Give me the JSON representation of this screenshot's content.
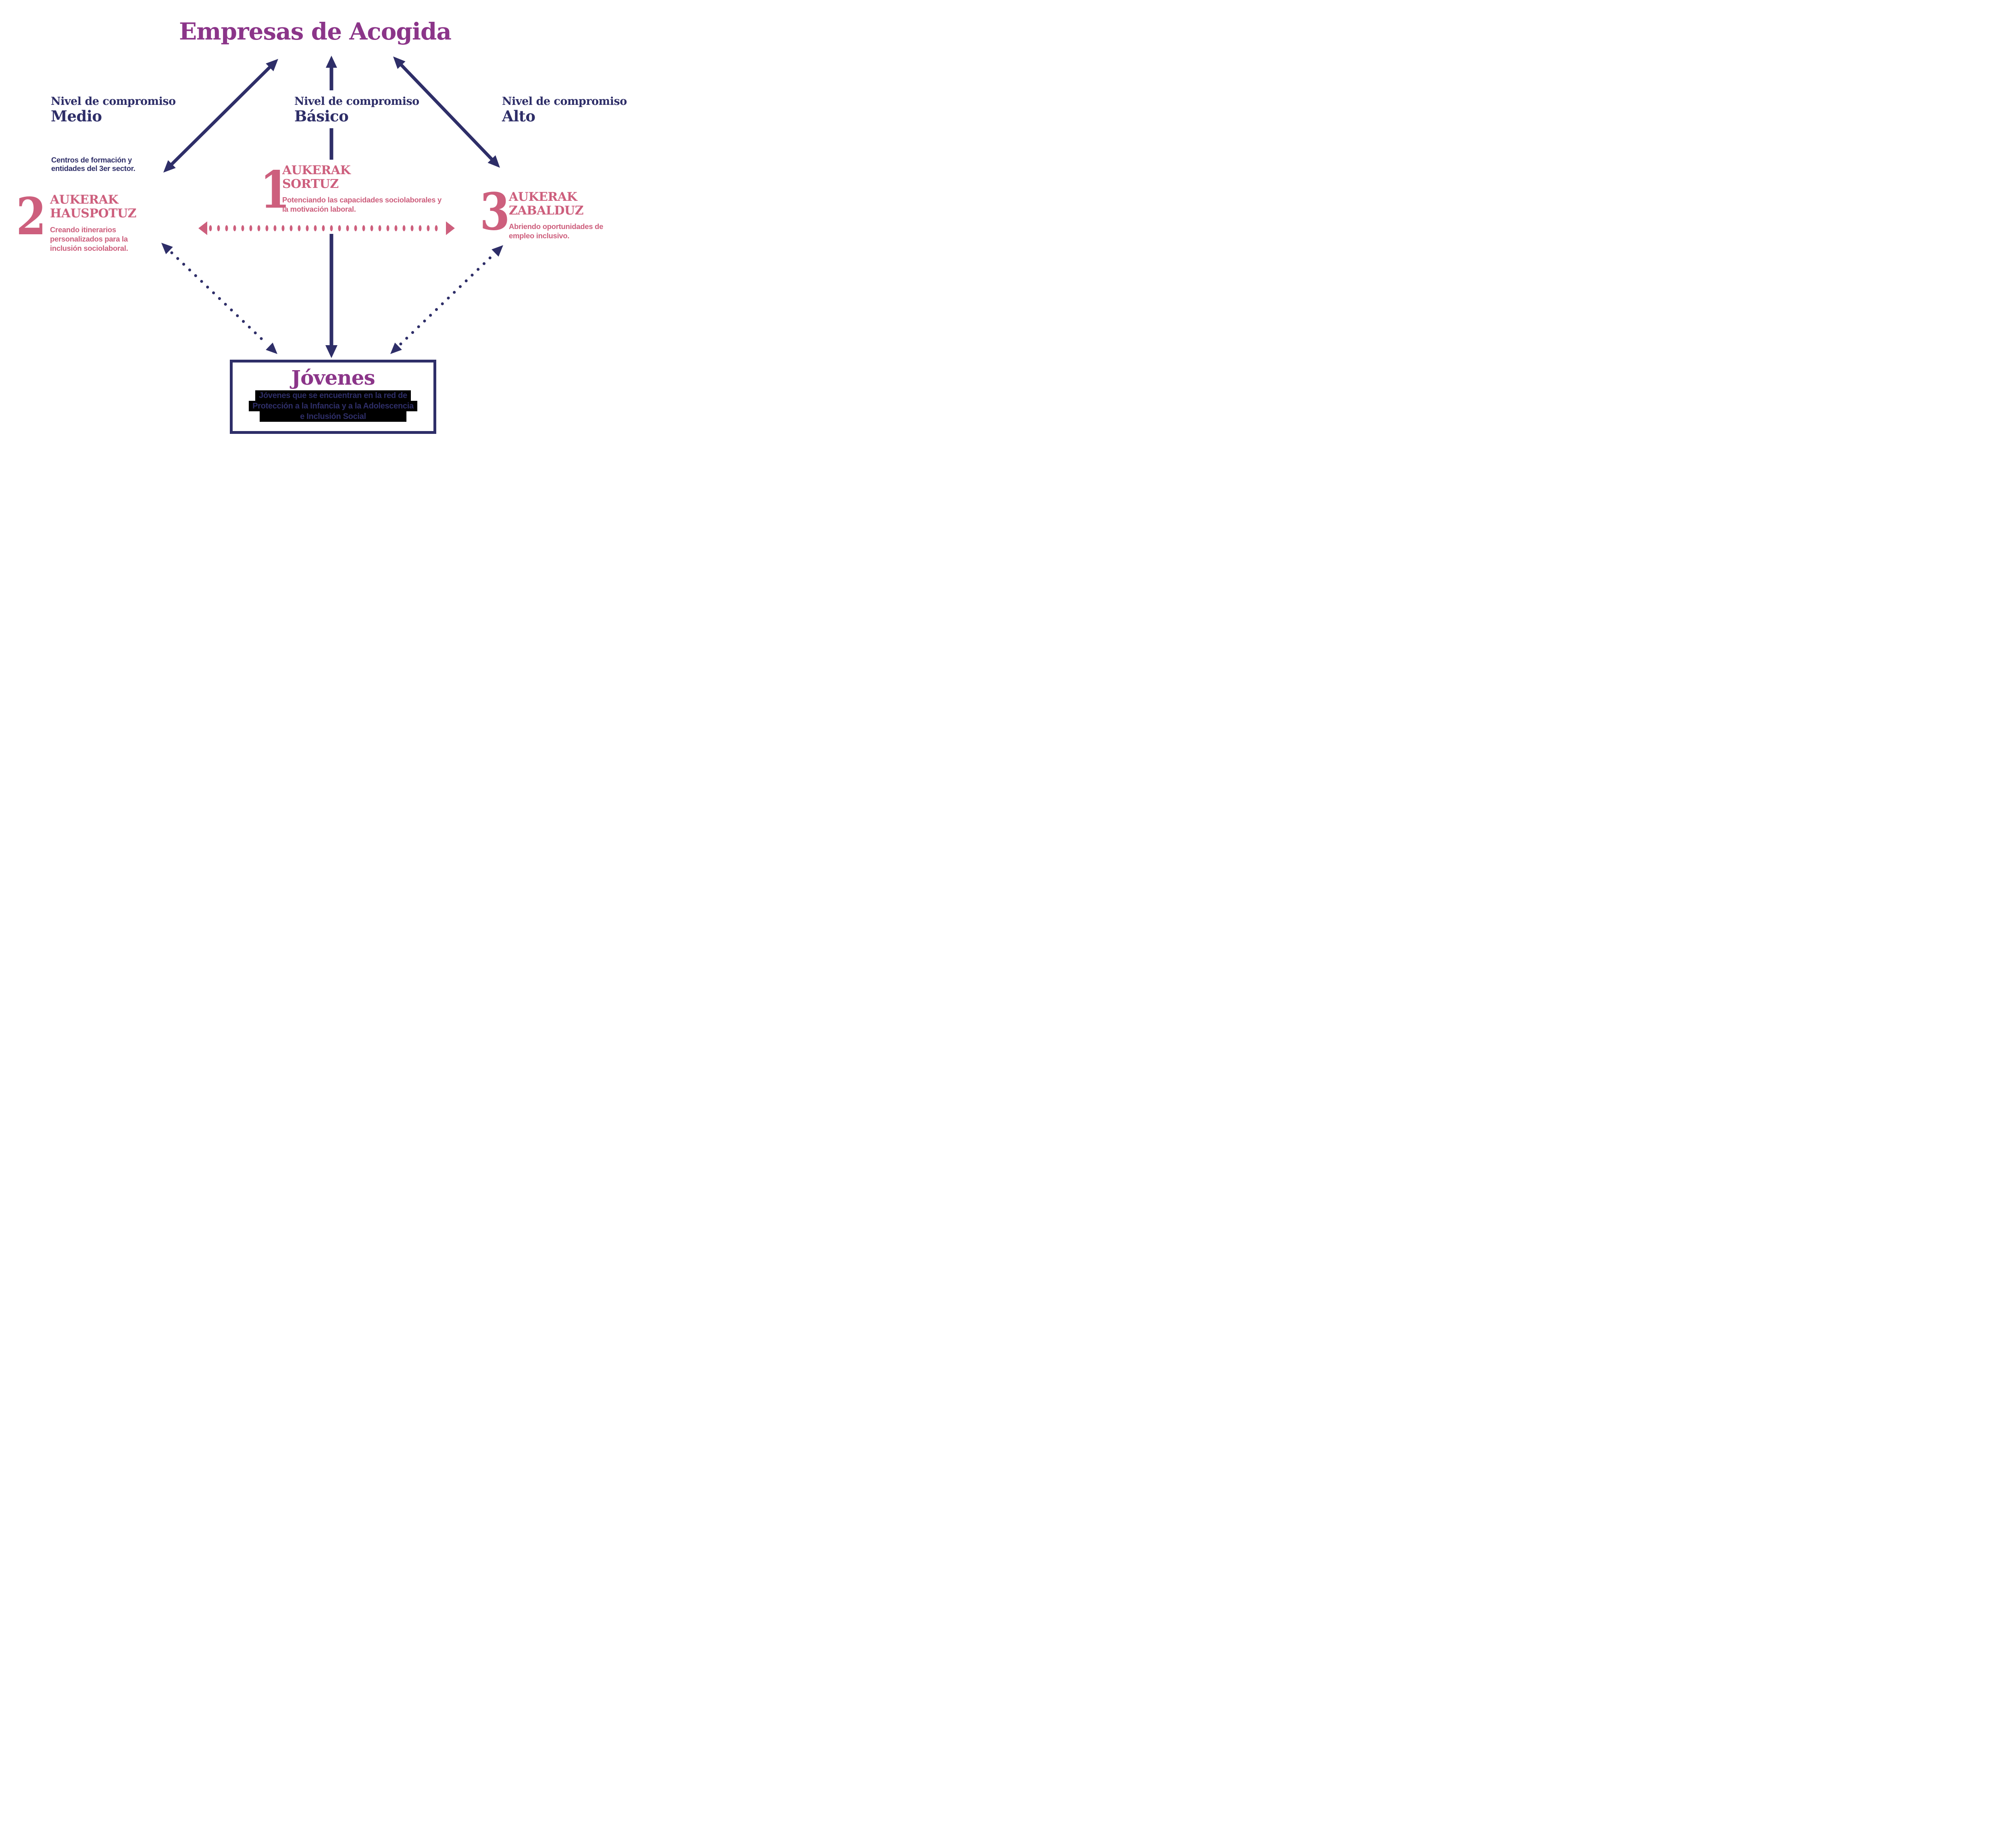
{
  "title": "Empresas de Acogida",
  "commitment_levels": [
    {
      "label": "Nivel de compromiso",
      "level": "Medio"
    },
    {
      "label": "Nivel de compromiso",
      "level": "Básico"
    },
    {
      "label": "Nivel de compromiso",
      "level": "Alto"
    }
  ],
  "left_note": {
    "line1": "Centros de formación y",
    "line2": "entidades del 3er sector."
  },
  "programs": [
    {
      "number": "1",
      "name_line1": "AUKERAK",
      "name_line2": "SORTUZ",
      "description": "Potenciando las capacidades sociolaborales y la motivación laboral."
    },
    {
      "number": "2",
      "name_line1": "AUKERAK",
      "name_line2": "HAUSPOTUZ",
      "description": "Creando itinerarios personalizados para la inclusión sociolaboral."
    },
    {
      "number": "3",
      "name_line1": "AUKERAK",
      "name_line2": "ZABALDUZ",
      "description": "Abriendo oportunidades de empleo inclusivo."
    }
  ],
  "youth_box": {
    "title": "Jóvenes",
    "highlighted_lines": [
      "Jóvenes que se encuentran en la red de",
      "Protección a la Infancia y a la Adolescencia",
      "e Inclusión Social"
    ]
  },
  "colors": {
    "purple": "#8B3589",
    "navy": "#2E2E68",
    "pink": "#CD5F7D",
    "highlight_bg": "#000000"
  }
}
